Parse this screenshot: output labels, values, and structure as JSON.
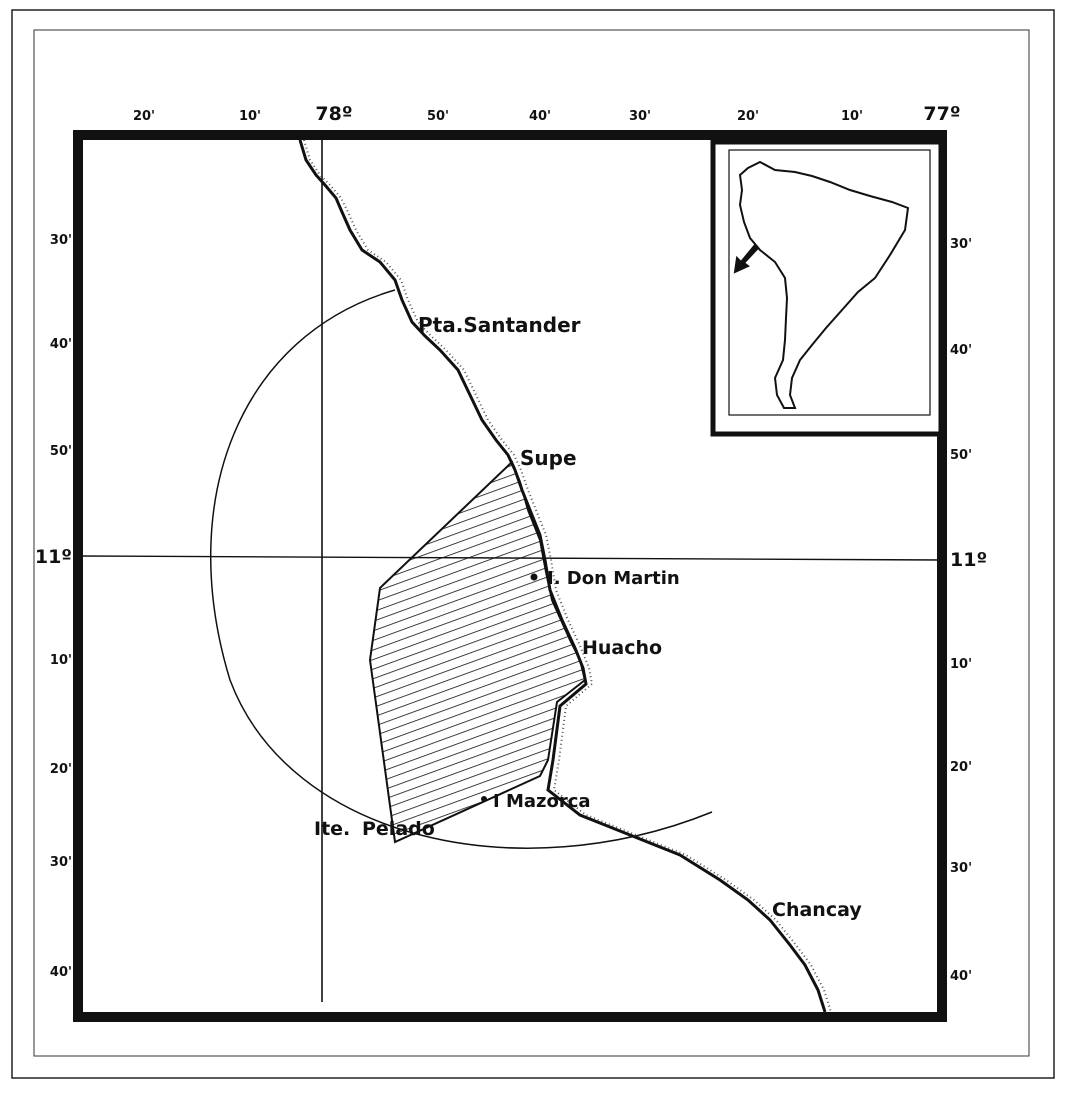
{
  "map": {
    "top_axis": [
      "20'",
      "10'",
      "78º",
      "50'",
      "40'",
      "30'",
      "20'",
      "10'",
      "77º"
    ],
    "left_axis": [
      "30'",
      "40'",
      "50'",
      "11º",
      "10'",
      "20'",
      "30'",
      "40'"
    ],
    "right_axis": [
      "30'",
      "40'",
      "50'",
      "11º",
      "10'",
      "20'",
      "30'",
      "40'"
    ],
    "places": {
      "pta_santander": "Pta.Santander",
      "supe": "Supe",
      "don_martin": "I. Don Martin",
      "huacho": "Huacho",
      "mazorca": "I Mazorca",
      "pelado": "Pelado",
      "pte": "Ite.",
      "chancay": "Chancay"
    },
    "inset": "south-america-locator"
  }
}
